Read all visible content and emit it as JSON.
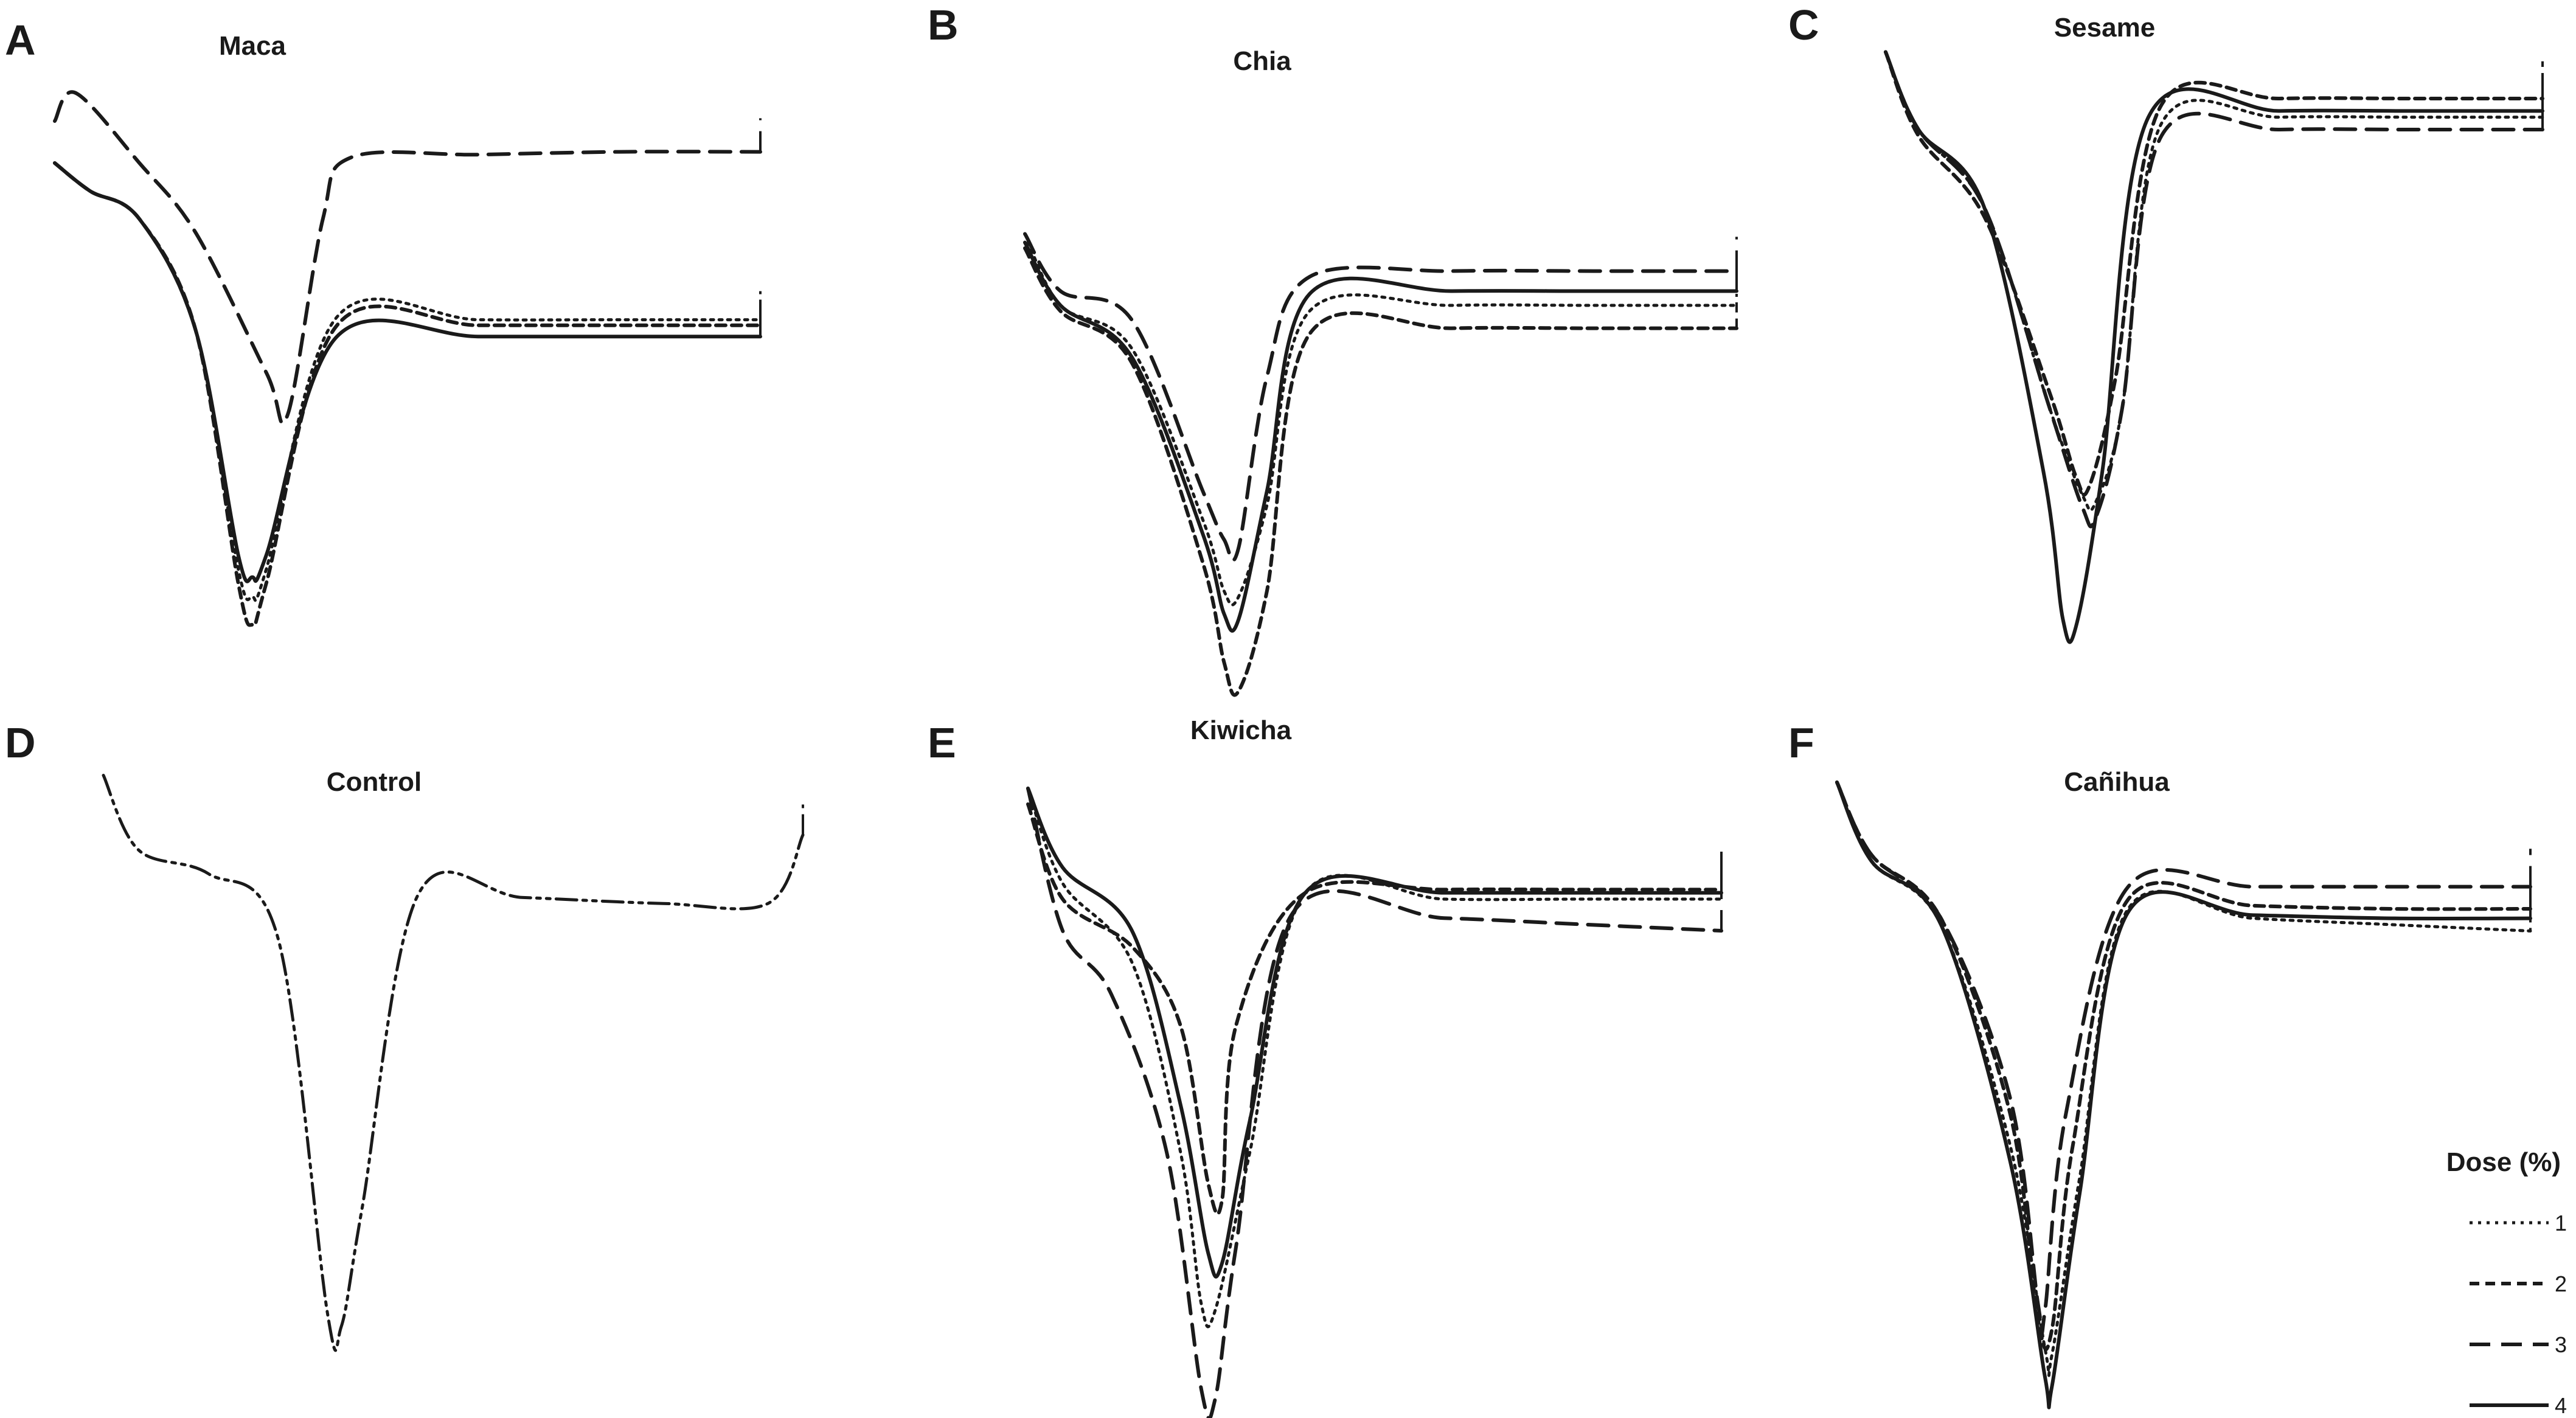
{
  "chart_data": [
    {
      "panel": "A",
      "title": "Maca",
      "type": "line",
      "xlabel": "",
      "ylabel": "",
      "series": [
        {
          "dose": "1",
          "x": [
            0,
            0.05,
            0.12,
            0.2,
            0.26,
            0.28,
            0.3,
            0.4,
            0.6,
            0.8,
            1.0
          ],
          "y": [
            0.7,
            0.6,
            0.5,
            0.1,
            -0.75,
            -0.85,
            -0.75,
            0.15,
            0.14,
            0.14,
            0.14
          ]
        },
        {
          "dose": "2",
          "x": [
            0,
            0.05,
            0.12,
            0.2,
            0.26,
            0.28,
            0.3,
            0.4,
            0.6,
            0.8,
            1.0
          ],
          "y": [
            0.7,
            0.6,
            0.5,
            0.1,
            -0.8,
            -0.95,
            -0.8,
            0.12,
            0.12,
            0.12,
            0.12
          ]
        },
        {
          "dose": "3",
          "x": [
            0,
            0.03,
            0.12,
            0.2,
            0.3,
            0.33,
            0.38,
            0.42,
            0.6,
            0.8,
            1.0
          ],
          "y": [
            0.85,
            0.95,
            0.7,
            0.45,
            -0.05,
            -0.2,
            0.5,
            0.72,
            0.73,
            0.74,
            0.74
          ]
        },
        {
          "dose": "4",
          "x": [
            0,
            0.05,
            0.12,
            0.2,
            0.26,
            0.28,
            0.3,
            0.4,
            0.6,
            0.8,
            1.0
          ],
          "y": [
            0.7,
            0.6,
            0.5,
            0.1,
            -0.7,
            -0.78,
            -0.7,
            0.08,
            0.08,
            0.08,
            0.08
          ]
        }
      ]
    },
    {
      "panel": "B",
      "title": "Chia",
      "type": "line",
      "xlabel": "",
      "ylabel": "",
      "series": [
        {
          "dose": "1",
          "x": [
            0,
            0.05,
            0.15,
            0.25,
            0.28,
            0.3,
            0.34,
            0.4,
            0.6,
            0.8,
            1.0
          ],
          "y": [
            0.65,
            0.4,
            0.25,
            -0.35,
            -0.6,
            -0.62,
            -0.3,
            0.38,
            0.4,
            0.4,
            0.4
          ]
        },
        {
          "dose": "2",
          "x": [
            0,
            0.05,
            0.15,
            0.25,
            0.28,
            0.3,
            0.34,
            0.4,
            0.6,
            0.8,
            1.0
          ],
          "y": [
            0.6,
            0.38,
            0.2,
            -0.5,
            -0.85,
            -0.95,
            -0.6,
            0.3,
            0.32,
            0.32,
            0.32
          ]
        },
        {
          "dose": "3",
          "x": [
            0,
            0.05,
            0.15,
            0.25,
            0.28,
            0.3,
            0.34,
            0.4,
            0.6,
            0.8,
            1.0
          ],
          "y": [
            0.65,
            0.45,
            0.35,
            -0.25,
            -0.42,
            -0.45,
            0.15,
            0.5,
            0.52,
            0.52,
            0.52
          ]
        },
        {
          "dose": "4",
          "x": [
            0,
            0.05,
            0.15,
            0.25,
            0.28,
            0.3,
            0.34,
            0.4,
            0.6,
            0.8,
            1.0
          ],
          "y": [
            0.62,
            0.4,
            0.22,
            -0.4,
            -0.68,
            -0.7,
            -0.25,
            0.44,
            0.45,
            0.45,
            0.45
          ]
        }
      ]
    },
    {
      "panel": "C",
      "title": "Sesame",
      "type": "line",
      "xlabel": "",
      "ylabel": "",
      "series": [
        {
          "dose": "1",
          "x": [
            0,
            0.05,
            0.15,
            0.25,
            0.3,
            0.32,
            0.36,
            0.42,
            0.6,
            0.8,
            1.0
          ],
          "y": [
            0.95,
            0.7,
            0.45,
            -0.2,
            -0.48,
            -0.5,
            -0.2,
            0.72,
            0.74,
            0.74,
            0.74
          ]
        },
        {
          "dose": "2",
          "x": [
            0,
            0.05,
            0.15,
            0.25,
            0.29,
            0.31,
            0.35,
            0.42,
            0.6,
            0.8,
            1.0
          ],
          "y": [
            0.95,
            0.68,
            0.42,
            -0.15,
            -0.42,
            -0.45,
            -0.1,
            0.78,
            0.8,
            0.8,
            0.8
          ]
        },
        {
          "dose": "3",
          "x": [
            0,
            0.05,
            0.15,
            0.25,
            0.3,
            0.32,
            0.36,
            0.42,
            0.6,
            0.8,
            1.0
          ],
          "y": [
            0.95,
            0.7,
            0.45,
            -0.2,
            -0.52,
            -0.55,
            -0.2,
            0.68,
            0.7,
            0.7,
            0.7
          ]
        },
        {
          "dose": "4",
          "x": [
            0,
            0.05,
            0.15,
            0.24,
            0.27,
            0.29,
            0.33,
            0.4,
            0.6,
            0.8,
            1.0
          ],
          "y": [
            0.95,
            0.7,
            0.45,
            -0.4,
            -0.88,
            -0.9,
            -0.4,
            0.74,
            0.76,
            0.76,
            0.76
          ]
        }
      ]
    },
    {
      "panel": "D",
      "title": "Control",
      "type": "line",
      "xlabel": "",
      "ylabel": "",
      "series": [
        {
          "dose": "",
          "x": [
            0,
            0.05,
            0.15,
            0.25,
            0.32,
            0.34,
            0.37,
            0.45,
            0.6,
            0.8,
            0.95,
            1.0
          ],
          "y": [
            0.95,
            0.7,
            0.62,
            0.4,
            -0.85,
            -0.9,
            -0.5,
            0.55,
            0.54,
            0.52,
            0.52,
            0.75
          ]
        }
      ]
    },
    {
      "panel": "E",
      "title": "Kiwicha",
      "type": "line",
      "xlabel": "",
      "ylabel": "",
      "series": [
        {
          "dose": "1",
          "x": [
            0,
            0.05,
            0.15,
            0.22,
            0.25,
            0.27,
            0.32,
            0.4,
            0.6,
            0.8,
            1.0
          ],
          "y": [
            0.95,
            0.65,
            0.4,
            -0.2,
            -0.68,
            -0.7,
            -0.2,
            0.62,
            0.6,
            0.6,
            0.6
          ]
        },
        {
          "dose": "2",
          "x": [
            0,
            0.05,
            0.15,
            0.22,
            0.26,
            0.28,
            0.3,
            0.4,
            0.6,
            0.8,
            1.0
          ],
          "y": [
            0.9,
            0.6,
            0.45,
            0.2,
            -0.3,
            -0.35,
            0.2,
            0.62,
            0.63,
            0.63,
            0.63
          ]
        },
        {
          "dose": "3",
          "x": [
            0,
            0.05,
            0.12,
            0.2,
            0.25,
            0.27,
            0.3,
            0.38,
            0.6,
            0.8,
            1.0
          ],
          "y": [
            0.95,
            0.5,
            0.3,
            -0.2,
            -0.95,
            -0.98,
            -0.5,
            0.55,
            0.54,
            0.52,
            0.5
          ]
        },
        {
          "dose": "4",
          "x": [
            0,
            0.05,
            0.15,
            0.22,
            0.26,
            0.28,
            0.32,
            0.4,
            0.6,
            0.8,
            1.0
          ],
          "y": [
            0.95,
            0.7,
            0.5,
            -0.05,
            -0.52,
            -0.55,
            -0.1,
            0.62,
            0.62,
            0.62,
            0.62
          ]
        }
      ]
    },
    {
      "panel": "F",
      "title": "Cañihua",
      "type": "line",
      "xlabel": "",
      "ylabel": "",
      "series": [
        {
          "dose": "1",
          "x": [
            0,
            0.05,
            0.15,
            0.25,
            0.3,
            0.31,
            0.35,
            0.42,
            0.6,
            0.8,
            1.0
          ],
          "y": [
            0.95,
            0.7,
            0.5,
            -0.2,
            -0.84,
            -0.86,
            -0.3,
            0.55,
            0.52,
            0.5,
            0.48
          ]
        },
        {
          "dose": "2",
          "x": [
            0,
            0.05,
            0.15,
            0.25,
            0.29,
            0.31,
            0.34,
            0.42,
            0.6,
            0.8,
            1.0
          ],
          "y": [
            0.95,
            0.72,
            0.52,
            -0.1,
            -0.75,
            -0.78,
            -0.2,
            0.58,
            0.56,
            0.55,
            0.55
          ]
        },
        {
          "dose": "3",
          "x": [
            0,
            0.05,
            0.15,
            0.25,
            0.29,
            0.3,
            0.33,
            0.42,
            0.6,
            0.8,
            1.0
          ],
          "y": [
            0.95,
            0.72,
            0.52,
            -0.05,
            -0.7,
            -0.72,
            -0.1,
            0.62,
            0.62,
            0.62,
            0.62
          ]
        },
        {
          "dose": "4",
          "x": [
            0,
            0.05,
            0.15,
            0.25,
            0.3,
            0.31,
            0.35,
            0.42,
            0.6,
            0.8,
            1.0
          ],
          "y": [
            0.95,
            0.7,
            0.5,
            -0.25,
            -0.93,
            -0.96,
            -0.35,
            0.54,
            0.53,
            0.52,
            0.52
          ]
        }
      ]
    }
  ],
  "legend": {
    "title": "Dose (%)",
    "entries": [
      {
        "label": "1",
        "style": "dotted"
      },
      {
        "label": "2",
        "style": "short-dash"
      },
      {
        "label": "3",
        "style": "long-dash"
      },
      {
        "label": "4",
        "style": "solid"
      }
    ]
  },
  "colors": {
    "line": "#1a1a1a",
    "background": "#ffffff"
  }
}
